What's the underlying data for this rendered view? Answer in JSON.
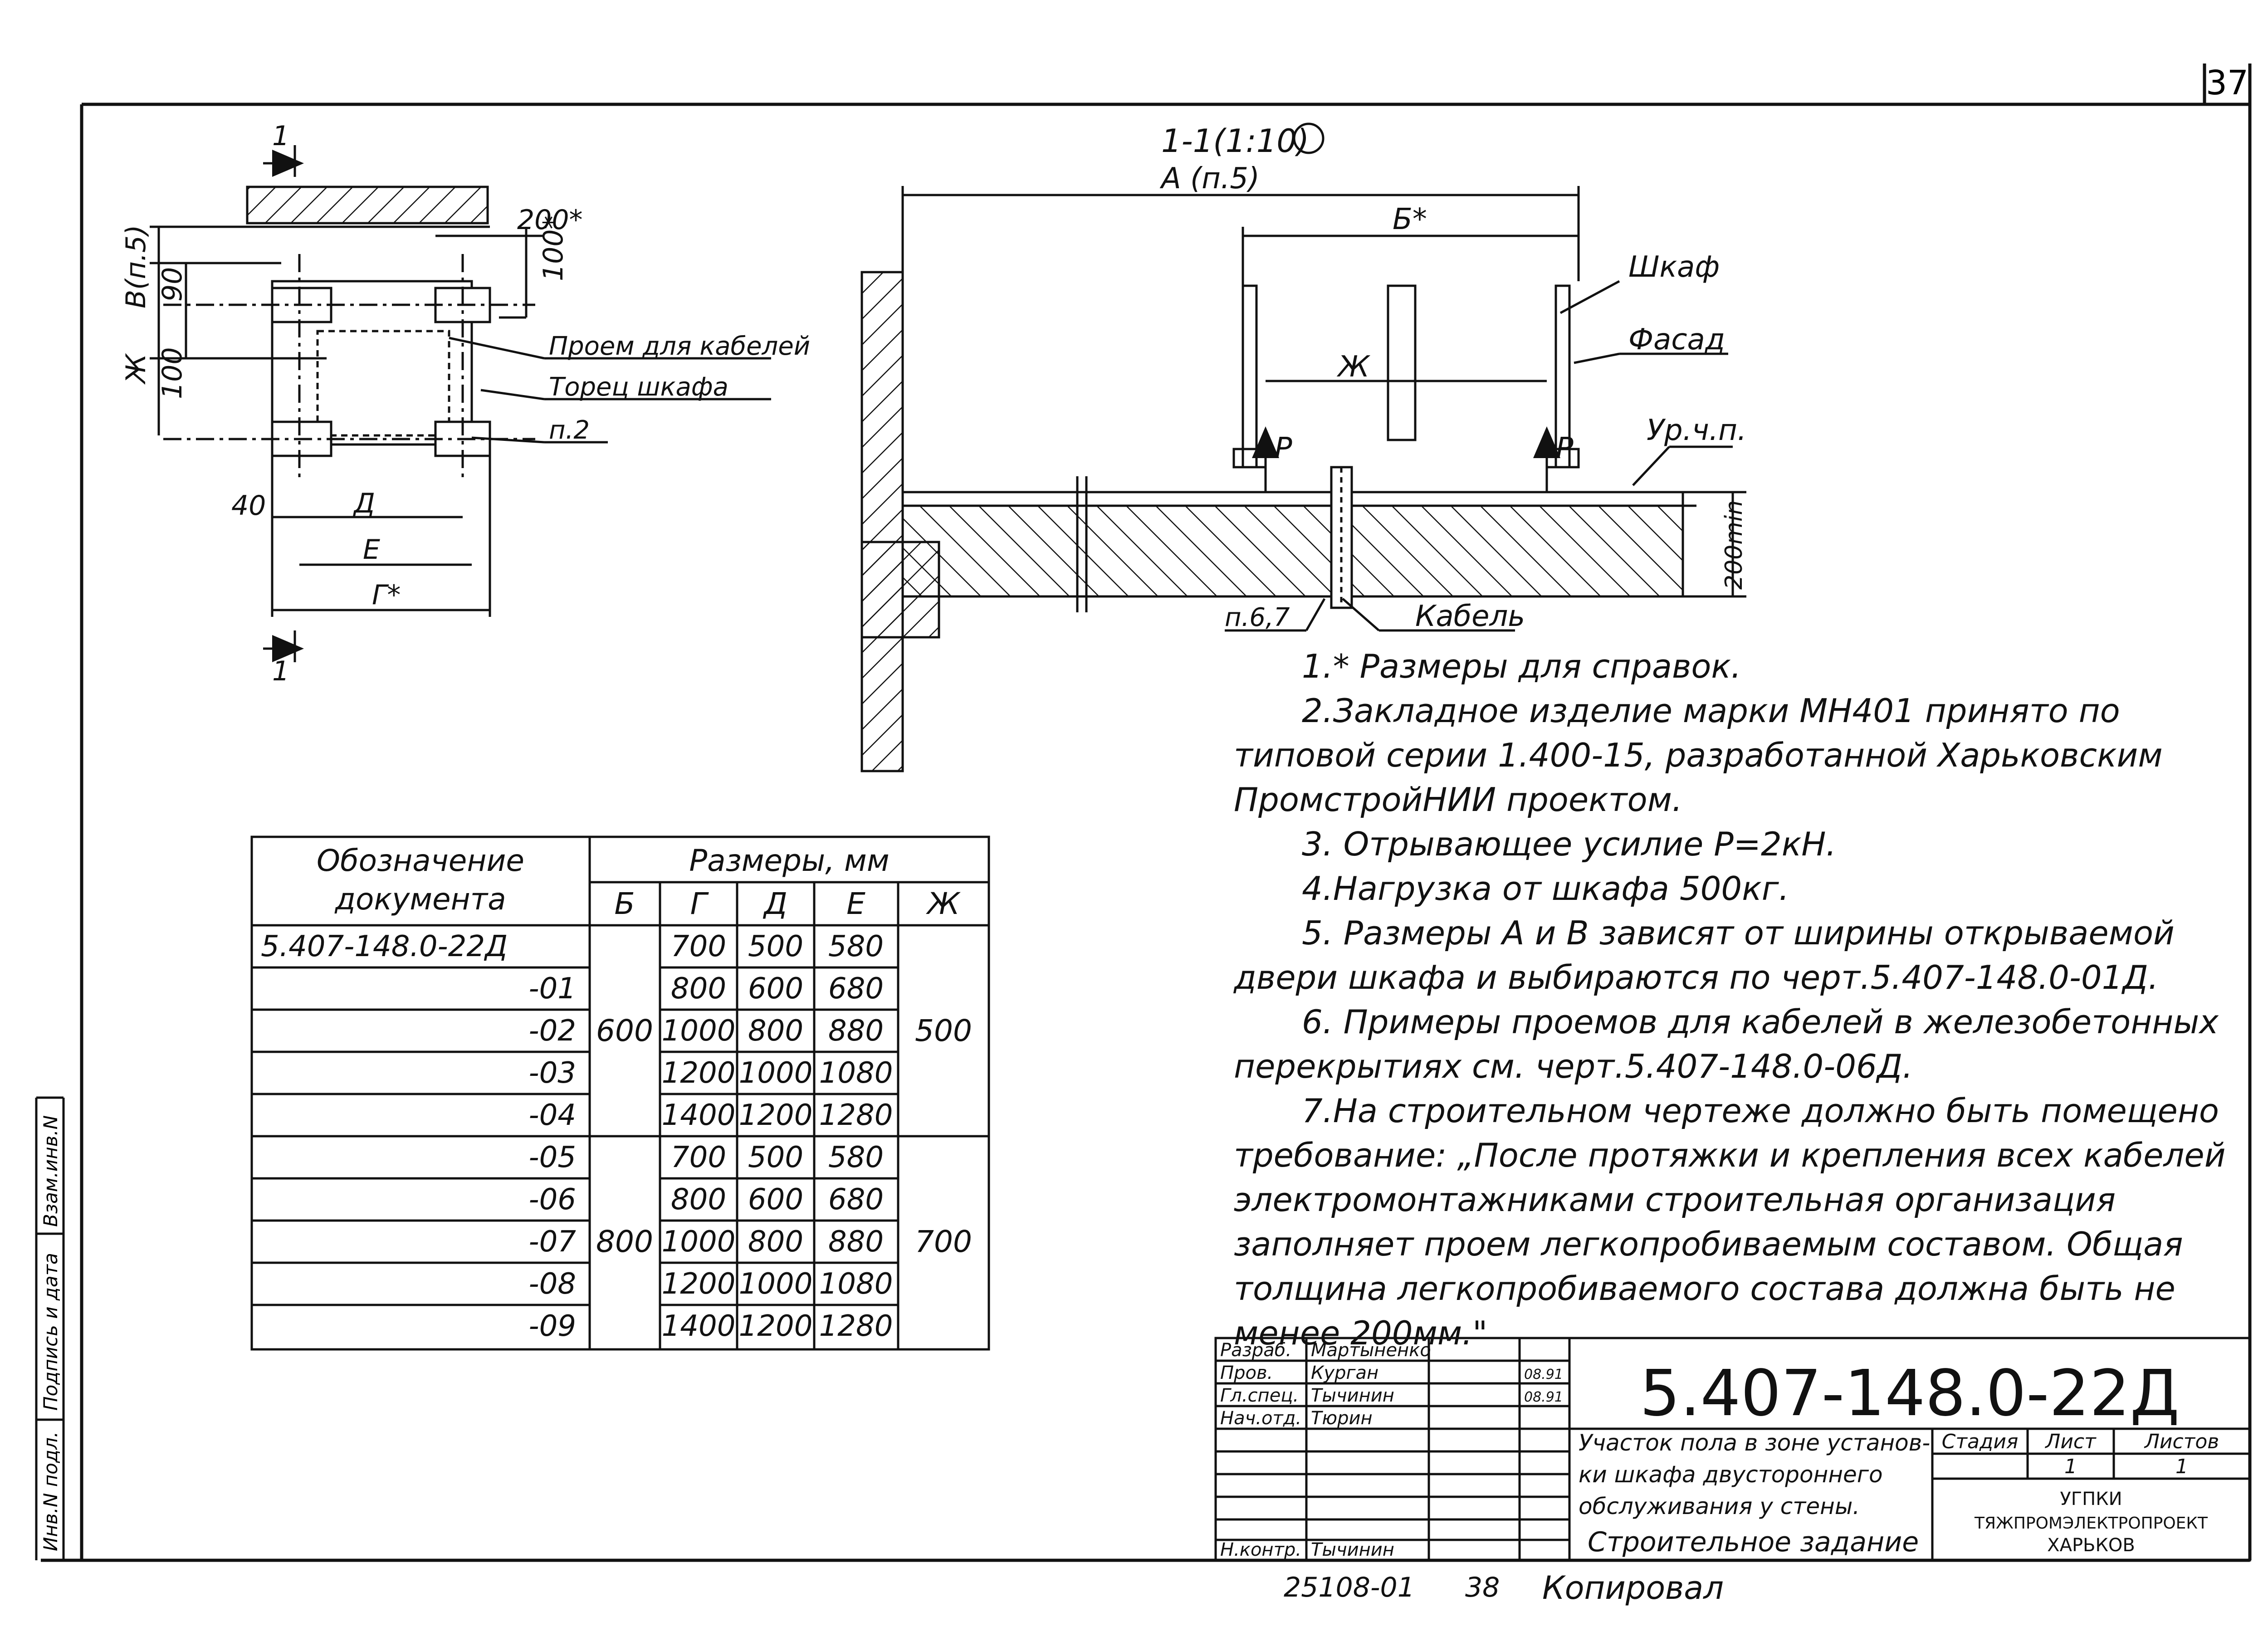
{
  "sheet_number": "37",
  "plan": {
    "section_mark": "1",
    "labels": {
      "dim_200": "200*",
      "dim_100": "100*",
      "dim_v": "В(п.5)",
      "dim_90": "90",
      "dim_zh": "Ж",
      "dim_100b": "100",
      "dim_40": "40",
      "dim_d": "Д",
      "dim_e": "Е",
      "dim_g": "Г*"
    },
    "leaders": {
      "opening": "Проем для кабелей",
      "end": "Торец шкафа",
      "item": "п.2"
    }
  },
  "section": {
    "title": "1-1(1:10)",
    "dim_a": "А (п.5)",
    "dim_b": "Б*",
    "dim_zh": "Ж",
    "force_p1": "Р",
    "force_p2": "Р",
    "cabinet": "Шкаф",
    "facade": "Фасад",
    "floor_level": "Ур.ч.п.",
    "dim_200min": "200min",
    "item_67": "п.6,7",
    "cable": "Кабель"
  },
  "notes": [
    "1.* Размеры для справок.",
    "2.Закладное изделие марки МН401 принято по типовой серии 1.400-15, разработанной Харьковским ПромстройНИИ проектом.",
    "3. Отрывающее усилие Р=2кН.",
    "4.Нагрузка от шкафа 500кг.",
    "5. Размеры А и В зависят от ширины открываемой двери шкафа и выбираются по черт.5.407-148.0-01Д.",
    "6. Примеры проемов для кабелей в железобетонных перекрытиях см. черт.5.407-148.0-06Д.",
    "7.На строительном чертеже должно быть помещено требование: „После протяжки и крепления всех кабелей электромонтажниками строительная организация заполняет проем легкопробиваемым составом. Общая толщина легкопробиваемого состава должна быть не менее 200мм.\""
  ],
  "table": {
    "header_doc": "Обозначение документа",
    "header_sizes": "Размеры, мм",
    "cols": [
      "Б",
      "Г",
      "Д",
      "Е",
      "Ж"
    ],
    "group_b": [
      "600",
      "800"
    ],
    "group_zh": [
      "500",
      "700"
    ],
    "rows": [
      {
        "doc": "5.407-148.0-22Д",
        "g": "700",
        "d": "500",
        "e": "580"
      },
      {
        "doc": "-01",
        "g": "800",
        "d": "600",
        "e": "680"
      },
      {
        "doc": "-02",
        "g": "1000",
        "d": "800",
        "e": "880"
      },
      {
        "doc": "-03",
        "g": "1200",
        "d": "1000",
        "e": "1080"
      },
      {
        "doc": "-04",
        "g": "1400",
        "d": "1200",
        "e": "1280"
      },
      {
        "doc": "-05",
        "g": "700",
        "d": "500",
        "e": "580"
      },
      {
        "doc": "-06",
        "g": "800",
        "d": "600",
        "e": "680"
      },
      {
        "doc": "-07",
        "g": "1000",
        "d": "800",
        "e": "880"
      },
      {
        "doc": "-08",
        "g": "1200",
        "d": "1000",
        "e": "1080"
      },
      {
        "doc": "-09",
        "g": "1400",
        "d": "1200",
        "e": "1280"
      }
    ]
  },
  "title_block": {
    "designation": "5.407-148.0-22Д",
    "signers": [
      {
        "role": "Разраб.",
        "name": "Мартыненко",
        "date": ""
      },
      {
        "role": "Пров.",
        "name": "Курган",
        "date": "08.91"
      },
      {
        "role": "Гл.спец.",
        "name": "Тычинин",
        "date": "08.91"
      },
      {
        "role": "Нач.отд.",
        "name": "Тюрин",
        "date": ""
      },
      {
        "role": "Н.контр.",
        "name": "Тычинин",
        "date": ""
      }
    ],
    "description": [
      "Участок пола в зоне установ-",
      "ки шкафа двустороннего",
      "обслуживания у стены."
    ],
    "doc_type": "Строительное задание",
    "col_stage": "Стадия",
    "col_sheet": "Лист",
    "col_sheets": "Листов",
    "sheet_val": "1",
    "sheets_val": "1",
    "org": [
      "УГПКИ",
      "ТЯЖПРОМЭЛЕКТРОПРОЕКТ",
      "ХАРЬКОВ"
    ]
  },
  "side_stamp": [
    "Инв.N подл.",
    "Подпись и дата",
    "Взам.инв.N"
  ],
  "footer": {
    "num": "25108-01",
    "page": "38",
    "copied": "Копировал"
  }
}
